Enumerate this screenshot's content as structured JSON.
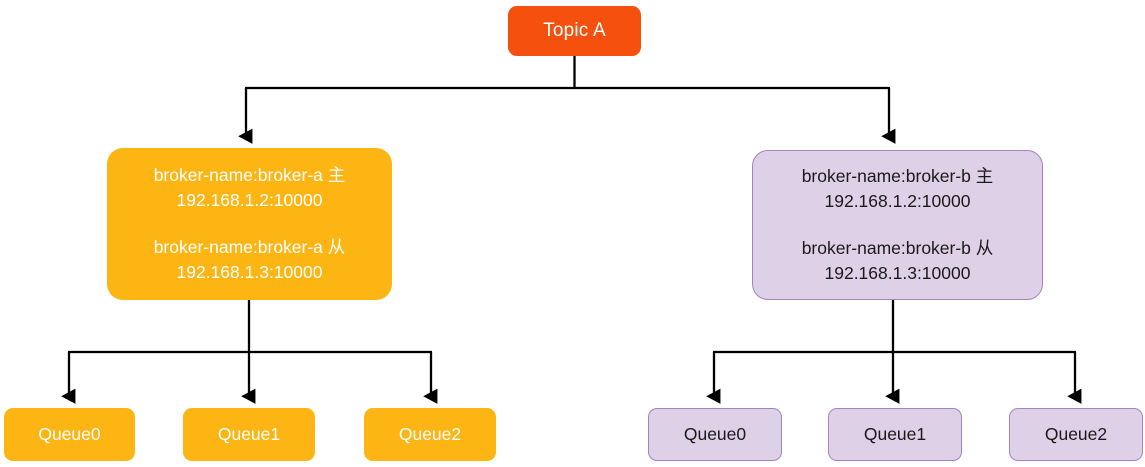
{
  "diagram": {
    "title": "Topic A",
    "background": "#ffffff",
    "edge_color": "#000000",
    "colors": {
      "topic_fill": "#f5500d",
      "topic_text": "#ffffff",
      "broker_a_fill": "#fcb513",
      "broker_a_text": "#ffffff",
      "broker_b_fill": "#ded0e7",
      "broker_b_border": "#a584bd",
      "broker_b_text": "#1a1a1a"
    },
    "topic": {
      "label": "Topic A"
    },
    "brokers": [
      {
        "id": "broker-a",
        "master_name": "broker-name:broker-a 主",
        "master_address": "192.168.1.2:10000",
        "slave_name": "broker-name:broker-a 从",
        "slave_address": "192.168.1.3:10000",
        "queues": [
          {
            "label": "Queue0"
          },
          {
            "label": "Queue1"
          },
          {
            "label": "Queue2"
          }
        ]
      },
      {
        "id": "broker-b",
        "master_name": "broker-name:broker-b 主",
        "master_address": "192.168.1.2:10000",
        "slave_name": "broker-name:broker-b 从",
        "slave_address": "192.168.1.3:10000",
        "queues": [
          {
            "label": "Queue0"
          },
          {
            "label": "Queue1"
          },
          {
            "label": "Queue2"
          }
        ]
      }
    ]
  }
}
